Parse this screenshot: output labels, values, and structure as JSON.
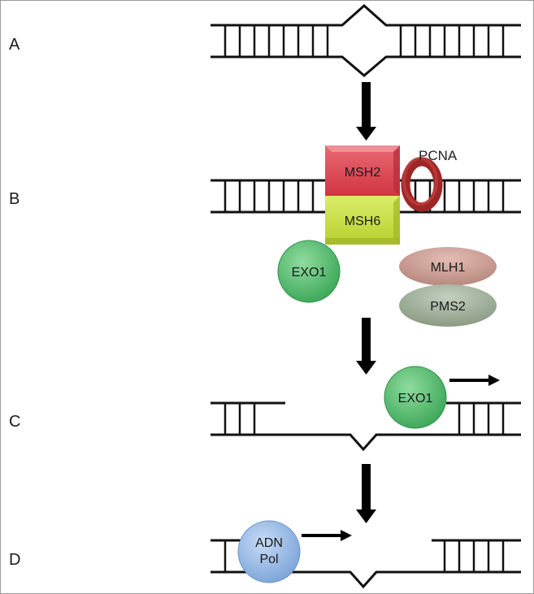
{
  "steps": {
    "a": "A",
    "b": "B",
    "c": "C",
    "d": "D"
  },
  "proteins": {
    "msh2": "MSH2",
    "msh6": "MSH6",
    "pcna": "PCNA",
    "exo1_b": "EXO1",
    "mlh1": "MLH1",
    "pms2": "PMS2",
    "exo1_c": "EXO1",
    "adn_pol_line1": "ADN",
    "adn_pol_line2": "Pol"
  },
  "colors": {
    "dna_strand": "#111111",
    "arrow": "#000000",
    "msh2": "#dc3f4c",
    "msh6": "#c5dc3c",
    "pcna": "#b02e2e",
    "exo1": "#4fb86a",
    "mlh1": "#c89a8f",
    "pms2": "#98a893",
    "adn_pol": "#8fb4e2"
  },
  "icons": {
    "process_arrow": "down-arrow-icon",
    "direction_arrow": "right-arrow-icon"
  }
}
